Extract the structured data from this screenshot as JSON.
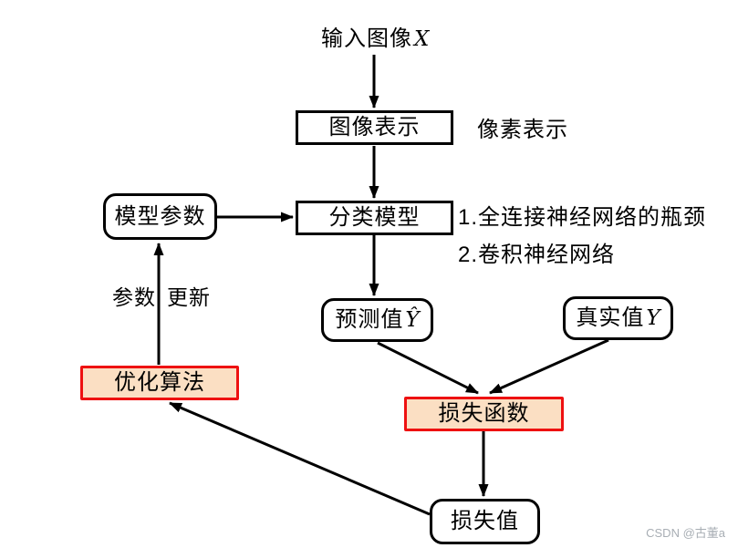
{
  "diagram": {
    "input_node": {
      "text": "输入图像",
      "var": "X"
    },
    "nodes": {
      "image_repr": {
        "label": "图像表示"
      },
      "classifier": {
        "label": "分类模型"
      },
      "model_params": {
        "label": "模型参数"
      },
      "prediction": {
        "text": "预测值",
        "var": "Ŷ"
      },
      "ground_truth": {
        "text": "真实值",
        "var": "Y"
      },
      "optimizer": {
        "label": "优化算法"
      },
      "loss_function": {
        "label": "损失函数"
      },
      "loss_value": {
        "label": "损失值"
      }
    },
    "annotations": {
      "pixel_repr": "像素表示",
      "classifier_note_1": "1.全连接神经网络的瓶颈",
      "classifier_note_2": "2.卷积神经网络",
      "param_update_left": "参数",
      "param_update_right": "更新"
    },
    "watermark": "CSDN @古董a",
    "colors": {
      "node_border": "#000000",
      "highlight_border": "#ee1111",
      "highlight_fill": "#fbdfc3",
      "arrow": "#000000",
      "watermark_text": "#a8aeb4"
    }
  }
}
